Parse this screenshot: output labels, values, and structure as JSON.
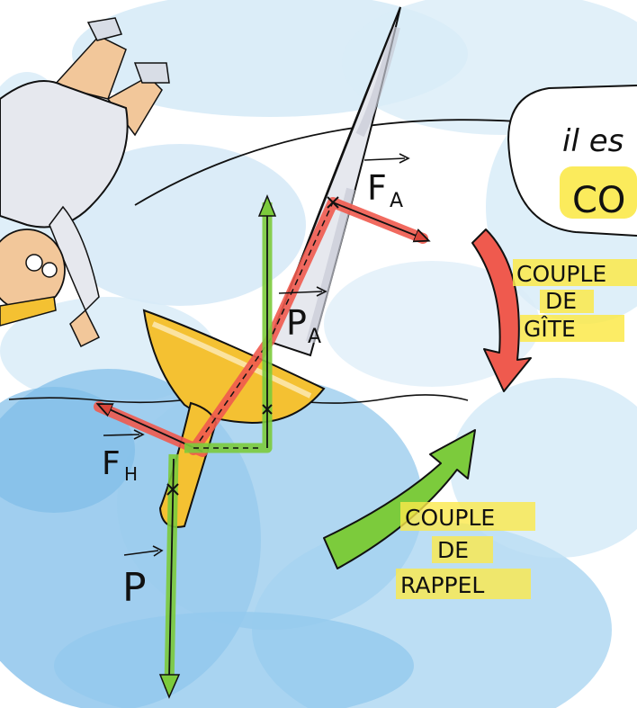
{
  "speech_bubble": {
    "line1": "il es",
    "line2": "CO"
  },
  "vectors": {
    "aero_force": {
      "symbol": "F",
      "subscript": "A"
    },
    "aero_center": {
      "symbol": "P",
      "subscript": "A"
    },
    "hydro_force": {
      "symbol": "F",
      "subscript": "H"
    },
    "weight": {
      "symbol": "P"
    }
  },
  "heeling_moment": {
    "line1": "COUPLE",
    "line2": "DE",
    "line3": "GÎTE"
  },
  "righting_moment": {
    "line1": "COUPLE",
    "line2": "DE",
    "line3": "RAPPEL"
  },
  "colors": {
    "sky": "#cfe6f5",
    "sea": "#8fc6ec",
    "hull": "#f4c132",
    "force_red": "#ef5a4e",
    "force_green": "#7ccb3c",
    "highlight_yellow": "#fbe94a",
    "sail": "#e6e8ee"
  }
}
